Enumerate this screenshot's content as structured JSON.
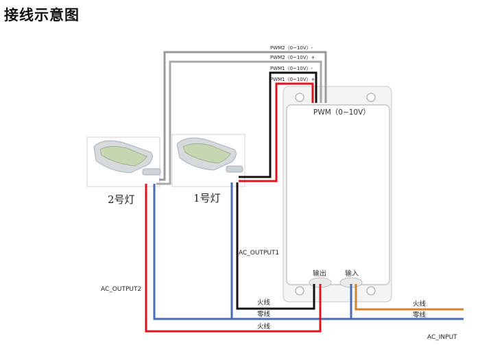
{
  "title": "接线示意图",
  "controller": {
    "pwm_label": "PWM（0~10V）",
    "output_port": "输出",
    "input_port": "输入"
  },
  "lamps": {
    "lamp1": "1号灯",
    "lamp2": "2号灯"
  },
  "pwm_wires": {
    "pwm2_minus": "PWM2（0~10V）-",
    "pwm2_plus": "PWM2（0~10V）+",
    "pwm1_minus": "PWM1（0~10V）-",
    "pwm1_plus": "PWM1（0~10V）+"
  },
  "ac": {
    "output1": "AC_OUTPUT1",
    "output2": "AC_OUTPUT2",
    "input": "AC_INPUT",
    "live_out": "火线",
    "neutral": "零线",
    "live_out2": "火线",
    "live_in": "火线",
    "neutral_in": "零线"
  },
  "colors": {
    "red": "#e0141e",
    "black": "#111111",
    "blue": "#4b6bb0",
    "gray": "#9a9a9a",
    "orange": "#d9822b"
  }
}
